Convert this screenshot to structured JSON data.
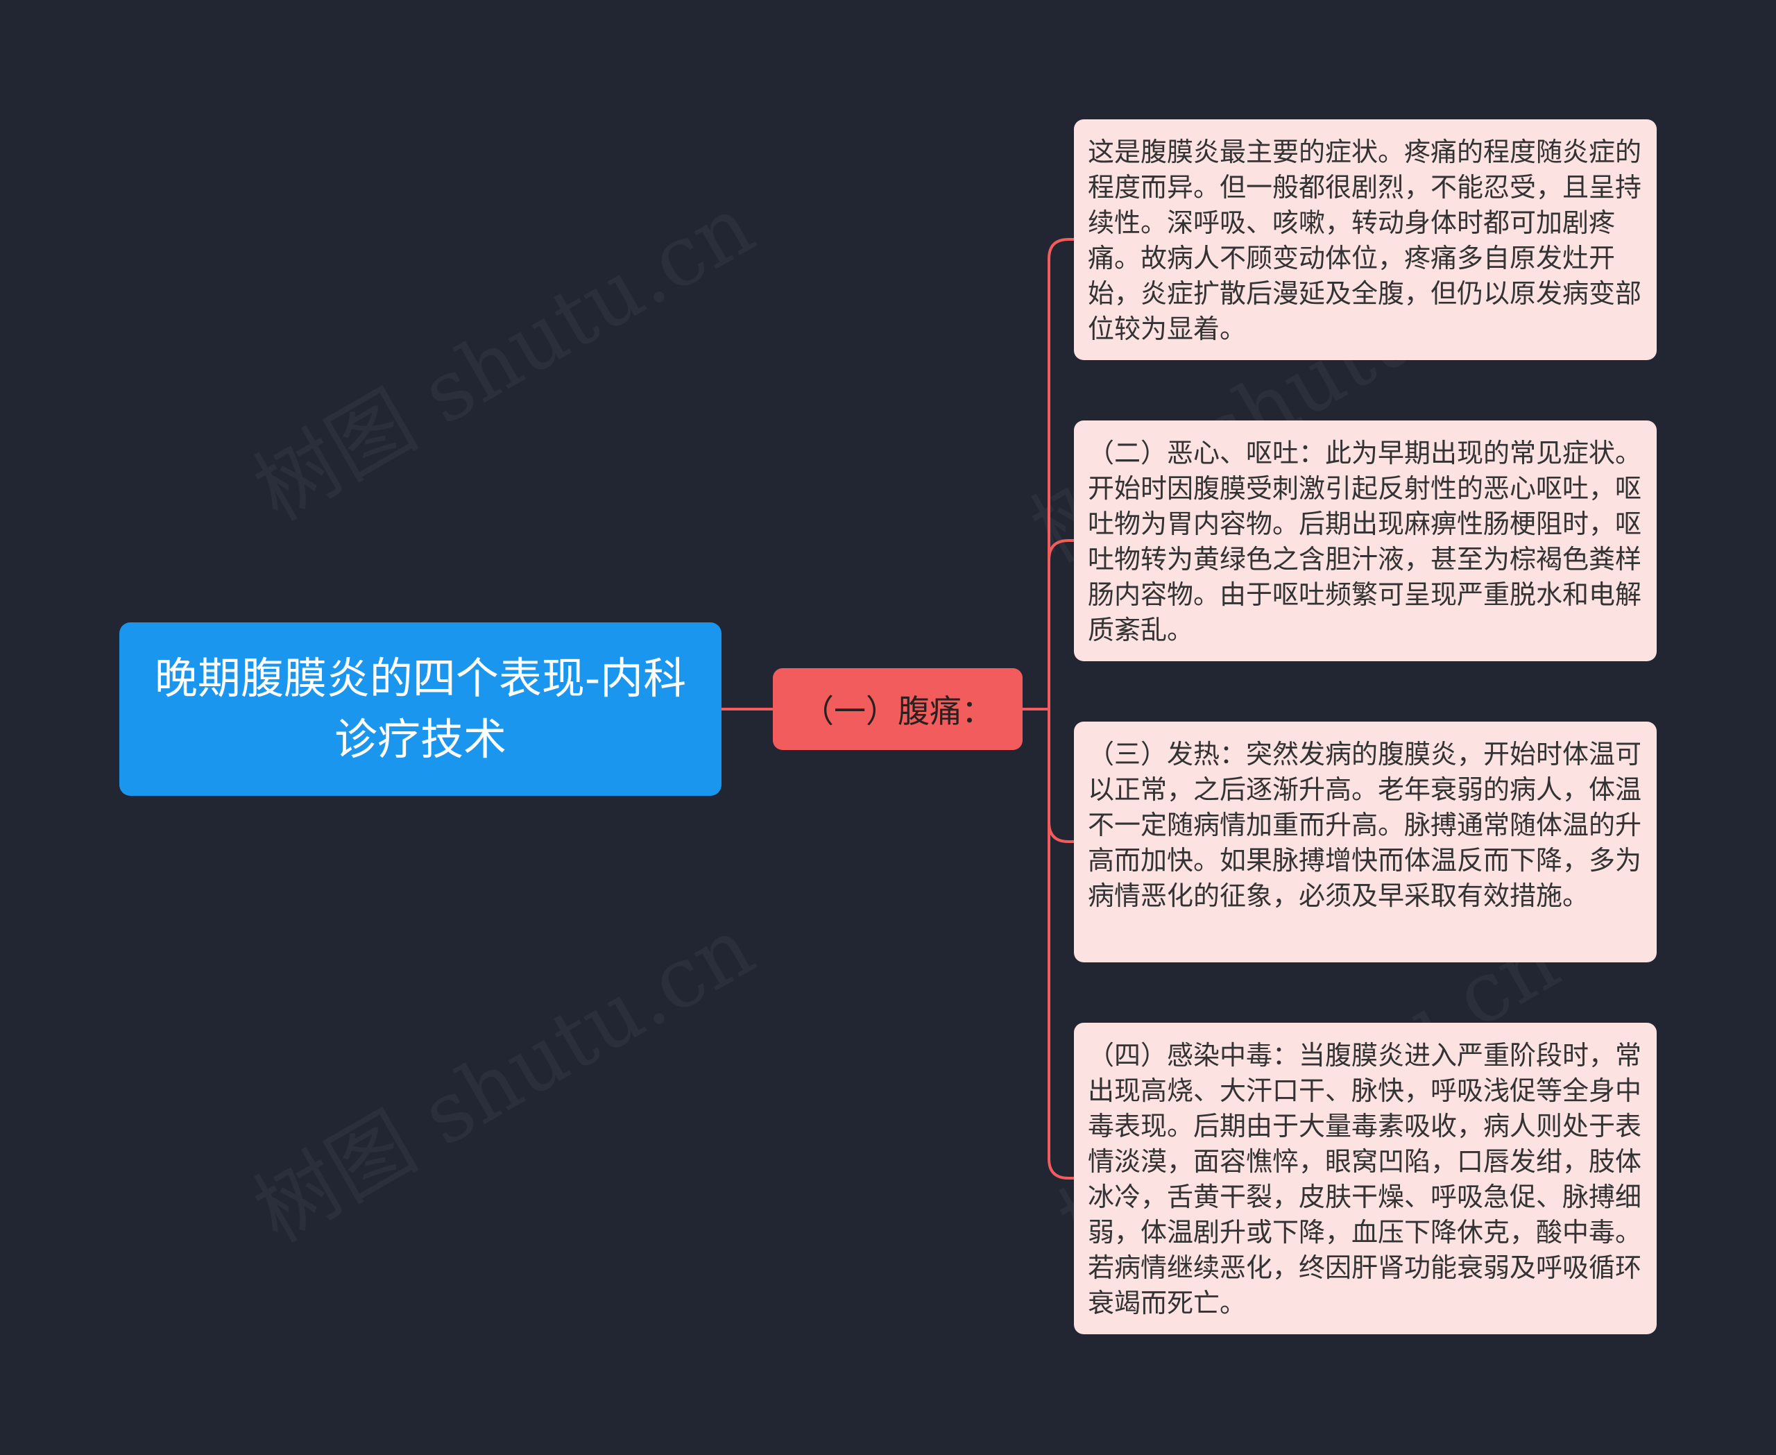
{
  "watermark": "树图 shutu.cn",
  "colors": {
    "background": "#222633",
    "root": "#1a96ee",
    "branch": "#f25c5c",
    "leaf": "#fde2e2",
    "connector": "#f25c5c"
  },
  "root": {
    "text": "晚期腹膜炎的四个表现-内科诊疗技术"
  },
  "branch": {
    "text": "（一）腹痛："
  },
  "leaves": [
    {
      "text": "这是腹膜炎最主要的症状。疼痛的程度随炎症的程度而异。但一般都很剧烈，不能忍受，且呈持续性。深呼吸、咳嗽，转动身体时都可加剧疼痛。故病人不顾变动体位，疼痛多自原发灶开始，炎症扩散后漫延及全腹，但仍以原发病变部位较为显着。"
    },
    {
      "text": "（二）恶心、呕吐：此为早期出现的常见症状。开始时因腹膜受刺激引起反射性的恶心呕吐，呕吐物为胃内容物。后期出现麻痹性肠梗阻时，呕吐物转为黄绿色之含胆汁液，甚至为棕褐色粪样肠内容物。由于呕吐频繁可呈现严重脱水和电解质紊乱。"
    },
    {
      "text": "（三）发热：突然发病的腹膜炎，开始时体温可以正常，之后逐渐升高。老年衰弱的病人，体温不一定随病情加重而升高。脉搏通常随体温的升高而加快。如果脉搏增快而体温反而下降，多为病情恶化的征象，必须及早采取有效措施。"
    },
    {
      "text": "（四）感染中毒：当腹膜炎进入严重阶段时，常出现高烧、大汗口干、脉快，呼吸浅促等全身中毒表现。后期由于大量毒素吸收，病人则处于表情淡漠，面容憔悴，眼窝凹陷，口唇发绀，肢体冰冷，舌黄干裂，皮肤干燥、呼吸急促、脉搏细弱，体温剧升或下降，血压下降休克，酸中毒。若病情继续恶化，终因肝肾功能衰弱及呼吸循环衰竭而死亡。"
    }
  ]
}
